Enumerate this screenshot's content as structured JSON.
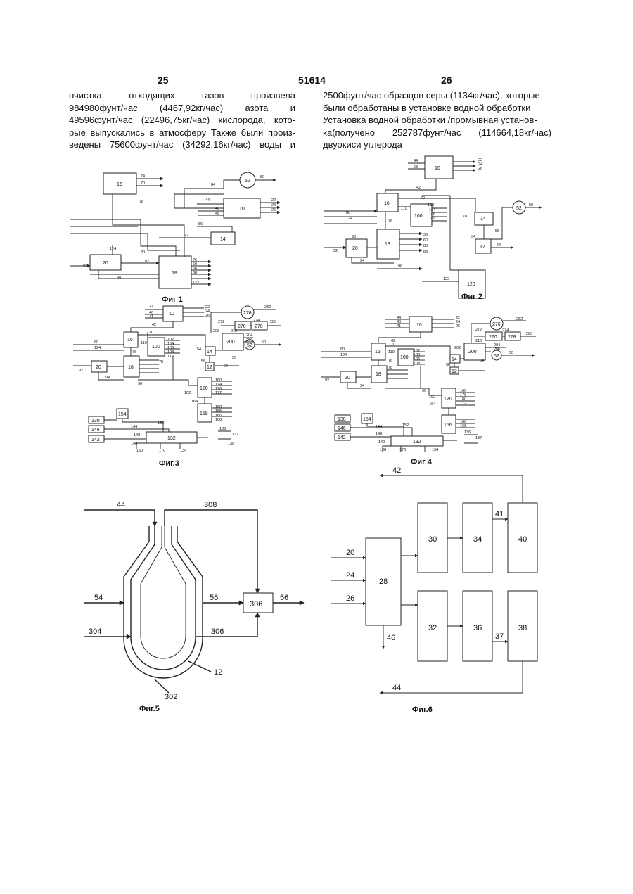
{
  "header": {
    "page_left": "25",
    "patent_number": "51614",
    "page_right": "26"
  },
  "text": {
    "left": [
      "очистка отходящих газов произвела",
      "984980фунт/час (4467,92кг/час) азота и",
      "49596фунт/час (22496,75кг/час) кислорода, кото-",
      "рые выпускались в атмосферу Также были произ-",
      "ведены 75600фунт/час (34292,16кг/час) воды и"
    ],
    "right": [
      "2500фунт/час образцов серы (1134кг/час), которые",
      "были обработаны в установке водной обработки",
      "Установка водной обработки /промывная установ-",
      "ка(получено 252787фунт/час (114664,18кг/час)",
      "двуокиси углерода"
    ]
  },
  "captions": {
    "fig1": "Фиг 1",
    "fig2": "Фиг 2",
    "fig3": "Фиг.3",
    "fig4": "Фиг 4",
    "fig5": "Фиг.5",
    "fig6": "Фиг.6"
  },
  "fig1": {
    "blocks": [
      "16",
      "52",
      "10",
      "14",
      "20",
      "18"
    ],
    "labels": [
      "74",
      "70",
      "84",
      "50",
      "78",
      "44",
      "22",
      "24",
      "26",
      "46",
      "48",
      "86",
      "72",
      "80",
      "124",
      "92",
      "82",
      "94",
      "76",
      "60",
      "66",
      "88",
      "122"
    ]
  },
  "fig2": {
    "blocks": [
      "10",
      "16",
      "100",
      "14",
      "52",
      "12",
      "18",
      "20",
      "120"
    ],
    "labels": [
      "44",
      "68",
      "22",
      "24",
      "26",
      "42",
      "70",
      "102",
      "104",
      "106",
      "108",
      "110",
      "80",
      "124",
      "78",
      "76",
      "34",
      "58",
      "50",
      "90",
      "92",
      "36",
      "60",
      "86",
      "88",
      "64",
      "94",
      "96",
      "122"
    ]
  },
  "fig3": {
    "blocks": [
      "10",
      "276",
      "270",
      "278",
      "16",
      "100",
      "200",
      "52",
      "14",
      "18",
      "12",
      "20",
      "120",
      "158",
      "154",
      "130",
      "146",
      "142",
      "132"
    ],
    "labels": [
      "44",
      "46",
      "41",
      "22",
      "24",
      "26",
      "282",
      "272",
      "274",
      "280",
      "42",
      "70",
      "208",
      "210",
      "204",
      "206",
      "50",
      "80",
      "124",
      "110",
      "102",
      "104",
      "106",
      "108",
      "112",
      "76",
      "78",
      "58",
      "54",
      "64",
      "56",
      "92",
      "94",
      "96",
      "160",
      "162",
      "164",
      "174",
      "176",
      "172",
      "180",
      "165",
      "166",
      "168",
      "144",
      "152",
      "148",
      "136",
      "137",
      "170",
      "134",
      "140",
      "138",
      "150"
    ]
  },
  "fig4": {
    "blocks": [
      "10",
      "276",
      "270",
      "278",
      "16",
      "100",
      "200",
      "52",
      "14",
      "18",
      "12",
      "20",
      "120",
      "156",
      "154",
      "130",
      "146",
      "142",
      "132"
    ],
    "labels": [
      "44",
      "46",
      "41",
      "22",
      "24",
      "26",
      "282",
      "272",
      "274",
      "280",
      "42",
      "70",
      "202",
      "210",
      "204",
      "206",
      "50",
      "80",
      "124",
      "110",
      "102",
      "104",
      "106",
      "108",
      "76",
      "78",
      "58",
      "54",
      "92",
      "94",
      "96",
      "160",
      "162",
      "164",
      "176",
      "172",
      "180",
      "166",
      "168",
      "144",
      "152",
      "148",
      "136",
      "137",
      "170",
      "134",
      "140",
      "138"
    ]
  },
  "fig5": {
    "labels": [
      "44",
      "308",
      "54",
      "56",
      "306",
      "56",
      "304",
      "306",
      "12",
      "302"
    ]
  },
  "fig6": {
    "blocks": [
      "30",
      "34",
      "40",
      "28",
      "32",
      "36",
      "38"
    ],
    "labels": [
      "42",
      "41",
      "20",
      "24",
      "26",
      "46",
      "37",
      "44"
    ]
  }
}
